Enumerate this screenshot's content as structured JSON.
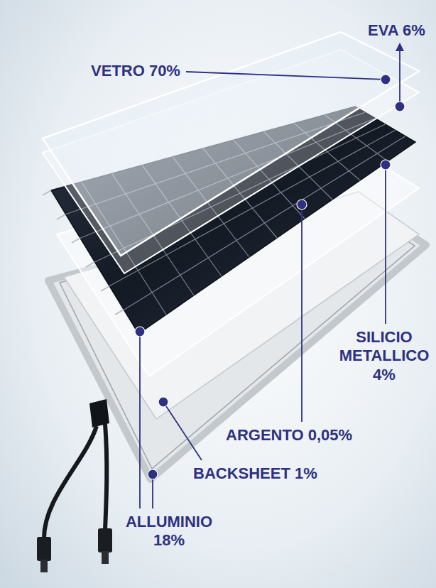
{
  "diagram": {
    "labels": [
      "VETRO 70%",
      "EVA 6%",
      "SILICIO METALLICO 4%",
      "ARGENTO 0,05%",
      "BACKSHEET 1%",
      "ALLUMINIO 18%"
    ]
  }
}
